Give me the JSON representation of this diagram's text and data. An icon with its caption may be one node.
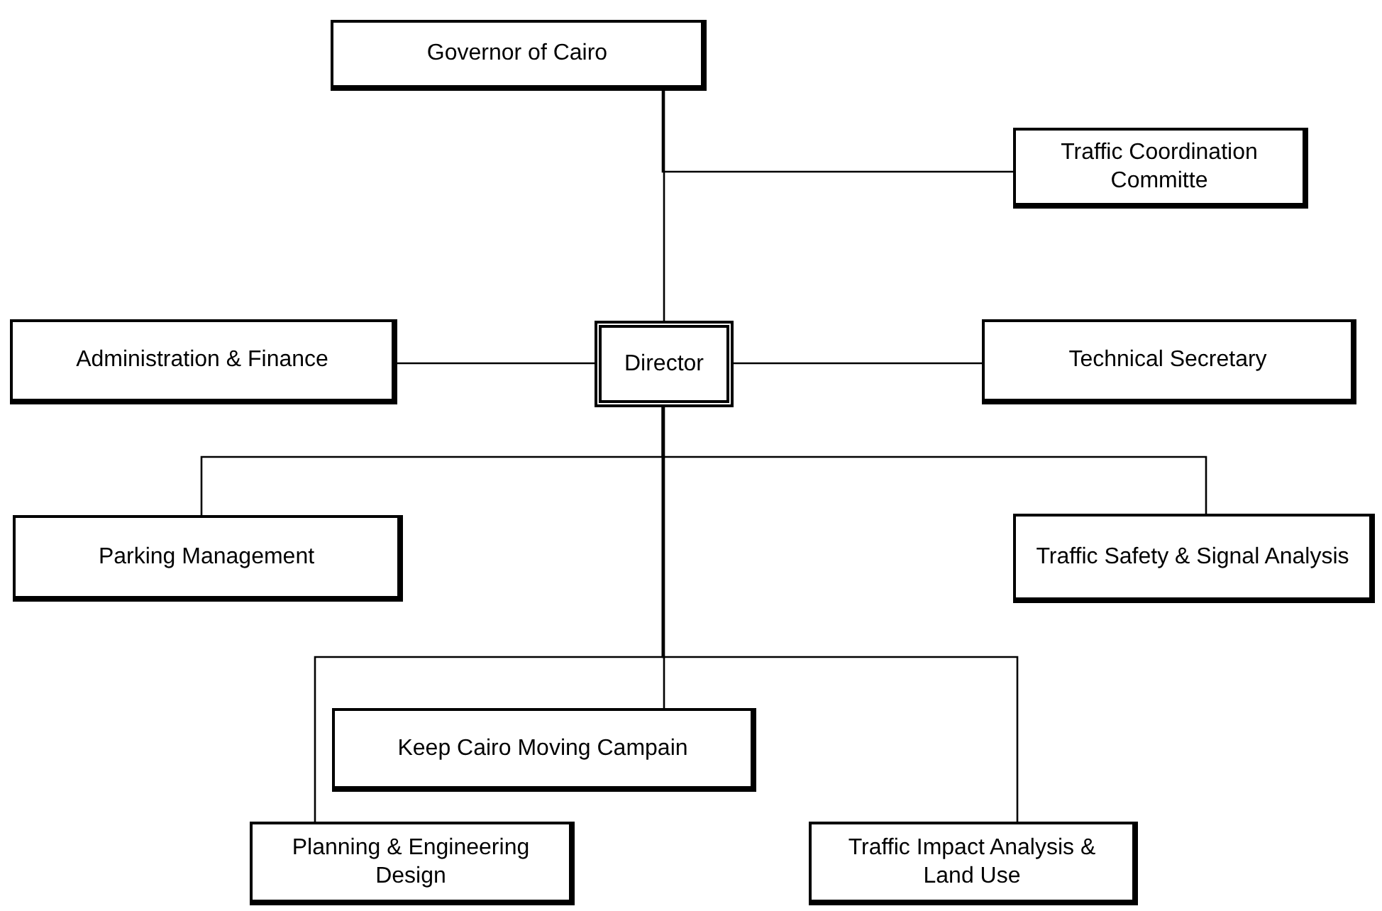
{
  "diagram": {
    "nodes": [
      {
        "text": [
          "Governor of Cairo"
        ]
      },
      {
        "text": [
          "Traffic Coordination Committe"
        ]
      },
      {
        "text": [
          "Administration & Finance"
        ]
      },
      {
        "text": [
          "Director"
        ]
      },
      {
        "text": [
          "Technical Secretary"
        ]
      },
      {
        "text": [
          "Parking Management"
        ]
      },
      {
        "text": [
          "Traffic Safety & Signal Analysis"
        ]
      },
      {
        "text": [
          "Keep Cairo Moving Campain"
        ]
      },
      {
        "text": [
          "Planning & Engineering Design"
        ]
      },
      {
        "text": [
          "Traffic Impact Analysis & Land Use"
        ]
      }
    ],
    "edges": [
      {
        "from": 0,
        "to": 3,
        "arrow": "none"
      },
      {
        "from": 0,
        "to": 1,
        "arrow": "none"
      },
      {
        "from": 2,
        "to": 3,
        "arrow": "none"
      },
      {
        "from": 3,
        "to": 4,
        "arrow": "none"
      },
      {
        "from": 3,
        "to": 5,
        "arrow": "none"
      },
      {
        "from": 3,
        "to": 6,
        "arrow": "none"
      },
      {
        "from": 3,
        "to": 7,
        "arrow": "none"
      },
      {
        "from": 3,
        "to": 8,
        "arrow": "none"
      },
      {
        "from": 3,
        "to": 9,
        "arrow": "none"
      }
    ]
  }
}
